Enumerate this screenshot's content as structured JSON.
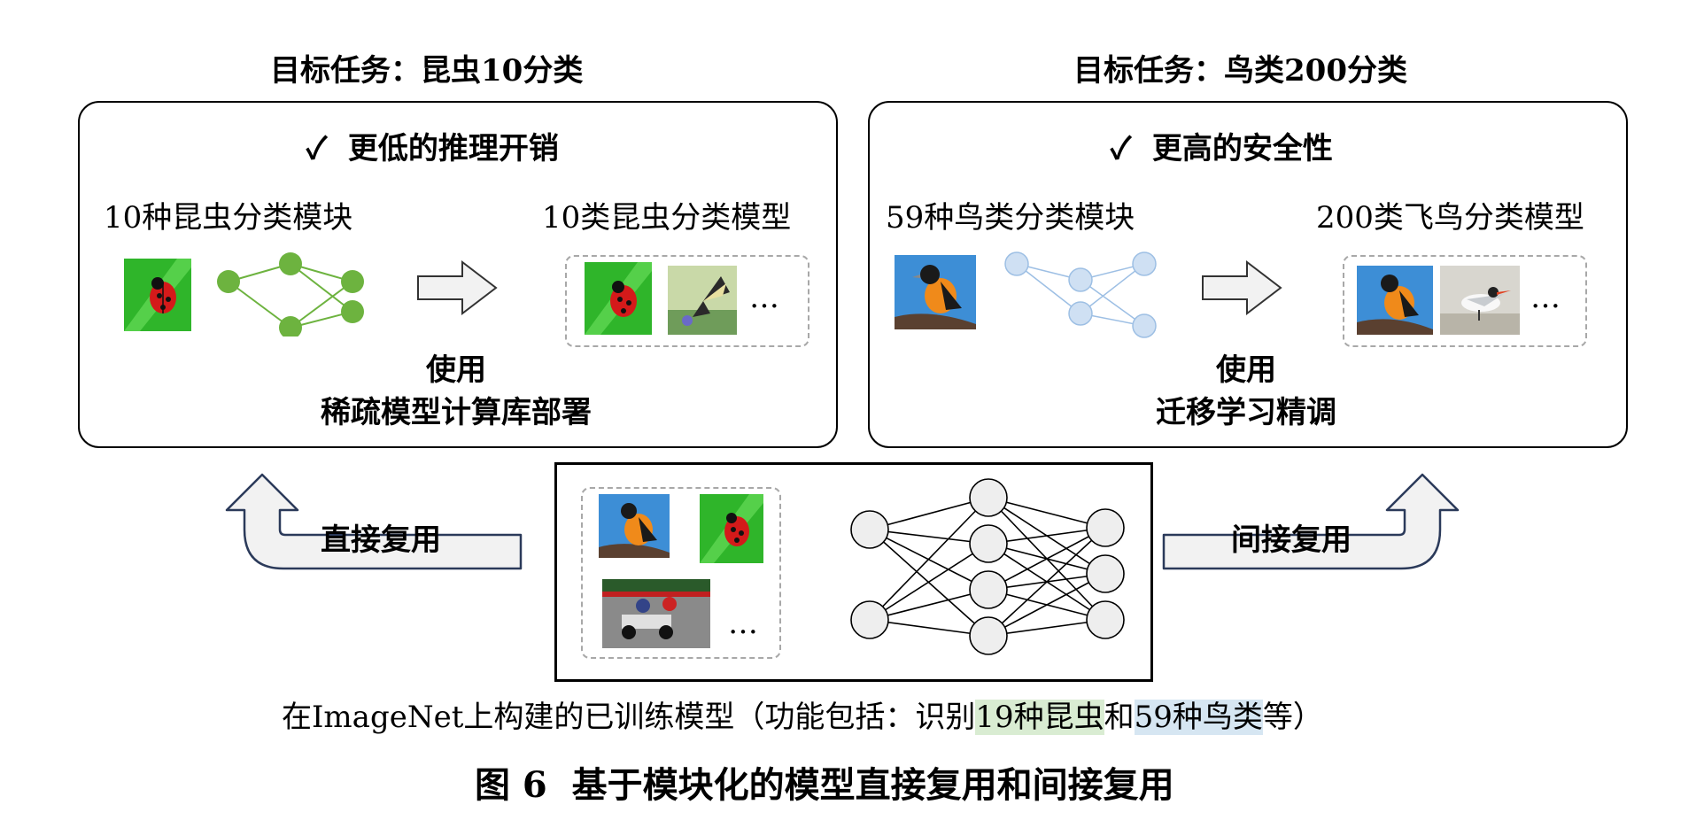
{
  "left_panel": {
    "task_title": "目标任务：昆虫10分类",
    "benefit": "✓  更低的推理开销",
    "module_label": "10种昆虫分类模块",
    "model_label": "10类昆虫分类模型",
    "ellipsis": "…",
    "use_line1": "使用",
    "use_line2": "稀疏模型计算库部署"
  },
  "right_panel": {
    "task_title": "目标任务：鸟类200分类",
    "benefit": "✓  更高的安全性",
    "module_label": "59种鸟类分类模块",
    "model_label": "200类飞鸟分类模型",
    "ellipsis": "…",
    "use_line1": "使用",
    "use_line2": "迁移学习精调"
  },
  "direct_reuse": "直接复用",
  "indirect_reuse": "间接复用",
  "center_box": {
    "ellipsis": "…"
  },
  "caption": {
    "prefix": "在ImageNet上构建的已训练模型（功能包括：识别",
    "insects": "19种昆虫",
    "and": "和",
    "birds": "59种鸟类",
    "suffix": "等）"
  },
  "figure_caption": "图 6  基于模块化的模型直接复用和间接复用",
  "colors": {
    "green_node": "#6db33f",
    "blue_node": "#cfe0f3",
    "gray_node": "#eeeeee",
    "highlight_green": "#d9ecd2",
    "highlight_blue": "#d6e6f2"
  },
  "icons": [
    "ladybug-image",
    "butterfly-image",
    "oriole-image",
    "tern-image",
    "go-kart-image",
    "arrow-right-icon",
    "arrow-up-icon",
    "neural-network-icon"
  ]
}
